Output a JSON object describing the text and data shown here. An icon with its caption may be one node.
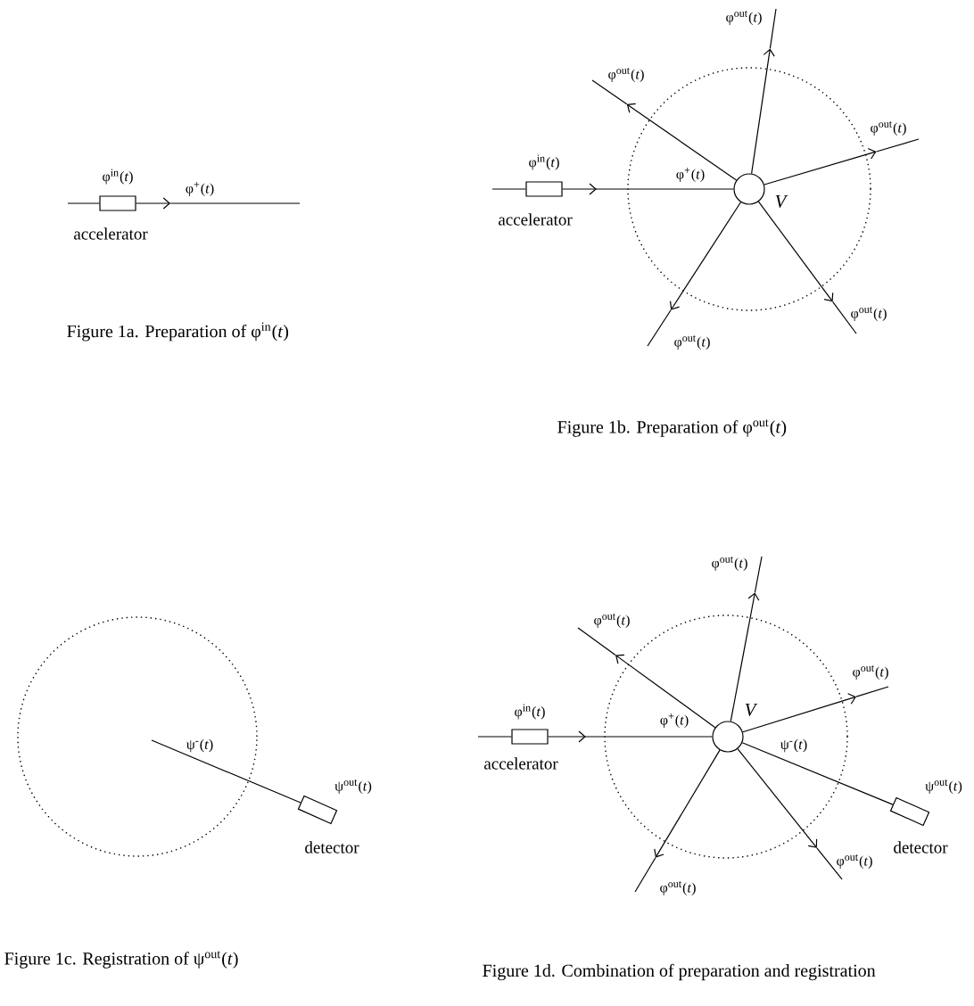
{
  "diagram": {
    "nodes": [
      {
        "text": [],
        "shape": "box",
        "beside": [
          "φ$^{in}$(*t*)",
          "accelerator"
        ]
      },
      {
        "text": [],
        "shape": "box",
        "beside": [
          "φ$^{in}$(*t*)",
          "accelerator"
        ]
      },
      {
        "text": [],
        "shape": "circle",
        "beside": [
          "*V*"
        ]
      },
      {
        "text": [],
        "shape": "box",
        "beside": [
          "ψ$^{out}$(*t*)",
          "detector"
        ]
      },
      {
        "text": [],
        "shape": "box",
        "beside": [
          "φ$^{in}$(*t*)",
          "accelerator"
        ]
      },
      {
        "text": [],
        "shape": "circle",
        "beside": [
          "*V*"
        ]
      },
      {
        "text": [],
        "shape": "box",
        "beside": [
          "ψ$^{out}$(*t*)",
          "detector"
        ]
      }
    ],
    "edges": [
      {
        "from": 0,
        "to": null,
        "arrow": "to",
        "label": "φ$^{+}$(*t*)"
      },
      {
        "from": 1,
        "to": 2,
        "arrow": "to",
        "label": "φ$^{+}$(*t*)"
      },
      {
        "from": 2,
        "to": null,
        "arrow": "to",
        "label": "φ$^{out}$(*t*)"
      },
      {
        "from": 2,
        "to": null,
        "arrow": "to",
        "label": "φ$^{out}$(*t*)"
      },
      {
        "from": 2,
        "to": null,
        "arrow": "to",
        "label": "φ$^{out}$(*t*)"
      },
      {
        "from": 2,
        "to": null,
        "arrow": "to",
        "label": "φ$^{out}$(*t*)"
      },
      {
        "from": 2,
        "to": null,
        "arrow": "to",
        "label": "φ$^{out}$(*t*)"
      },
      {
        "from": null,
        "to": 3,
        "arrow": "none",
        "label": "ψ$^{-}$(*t*)"
      },
      {
        "from": 4,
        "to": 5,
        "arrow": "to",
        "label": "φ$^{+}$(*t*)"
      },
      {
        "from": 5,
        "to": null,
        "arrow": "to",
        "label": "φ$^{out}$(*t*)"
      },
      {
        "from": 5,
        "to": null,
        "arrow": "to",
        "label": "φ$^{out}$(*t*)"
      },
      {
        "from": 5,
        "to": null,
        "arrow": "to",
        "label": "φ$^{out}$(*t*)"
      },
      {
        "from": 5,
        "to": null,
        "arrow": "to",
        "label": "φ$^{out}$(*t*)"
      },
      {
        "from": 5,
        "to": null,
        "arrow": "to",
        "label": "φ$^{out}$(*t*)"
      },
      {
        "from": 5,
        "to": 6,
        "arrow": "none",
        "label": "ψ$^{-}$(*t*)"
      }
    ],
    "labels": [
      "Figure 1a. Preparation of φ$^{in}$(*t*)",
      "Figure 1b. Preparation of φ$^{out}$(*t*)",
      "Figure 1c. Registration of ψ$^{out}$(*t*)",
      "Figure 1d. Combination of preparation and registration"
    ]
  }
}
